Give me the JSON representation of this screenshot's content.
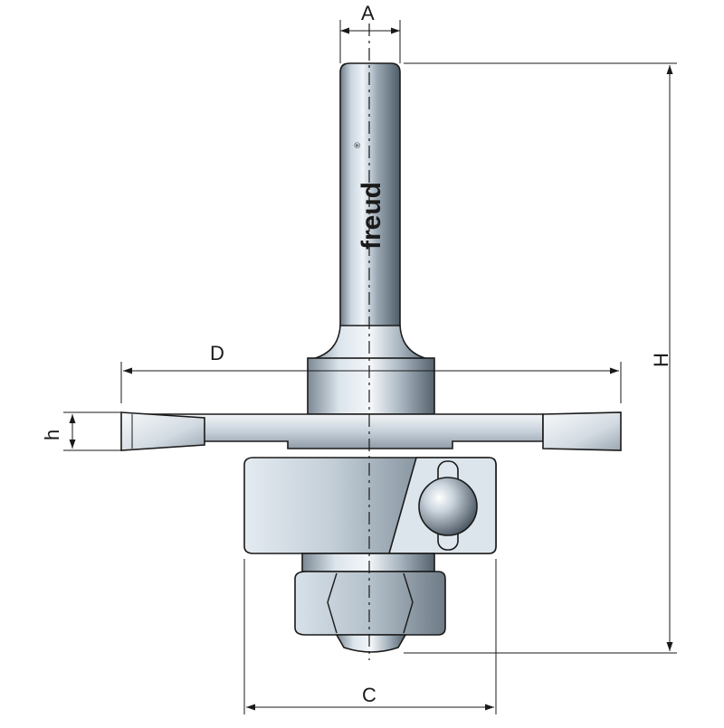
{
  "diagram": {
    "labels": {
      "shank_diameter": "A",
      "overall_height": "H",
      "cutting_diameter": "D",
      "cutting_height": "h",
      "bearing_diameter": "C"
    },
    "brand": {
      "name": "freud",
      "mark": "®"
    },
    "colors": {
      "line": "#1a1a1a",
      "metal_light": "#e6edf3",
      "metal_mid": "#b7c3cd",
      "metal_dark": "#6d7a86",
      "shank_light": "#dfe8f0",
      "shank_dark": "#5f6d79",
      "background": "#ffffff"
    }
  }
}
